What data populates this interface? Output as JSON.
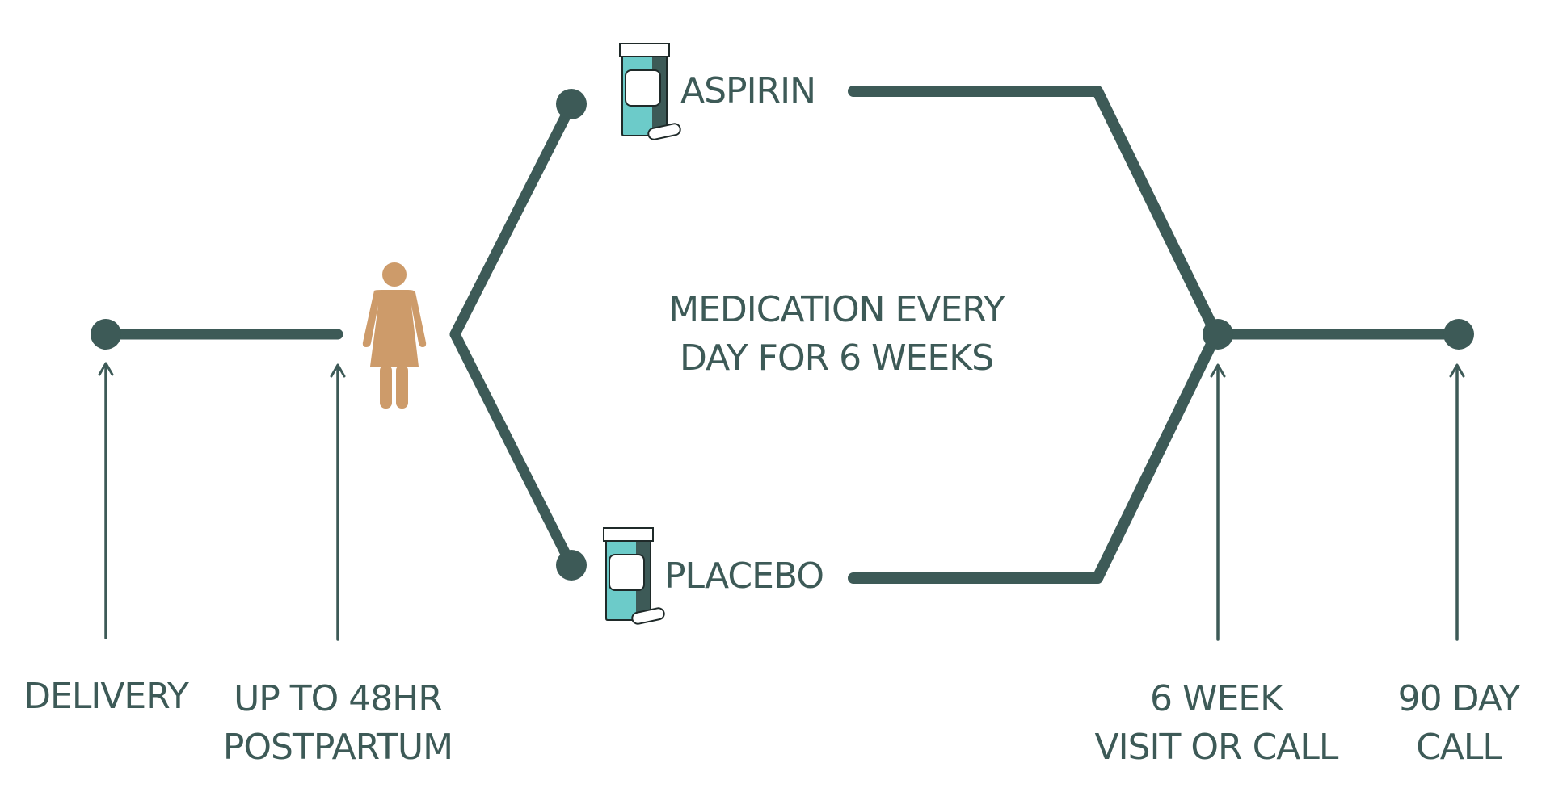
{
  "colors": {
    "line": "#3d5a57",
    "person": "#cd9b6a",
    "bottle_teal": "#6ccbc9",
    "bottle_dark": "#3d5a57",
    "cap": "#ffffff"
  },
  "arms": {
    "top_label": "ASPIRIN",
    "bottom_label": "PLACEBO"
  },
  "center_text": {
    "line1": "MEDICATION EVERY",
    "line2": "DAY FOR 6 WEEKS"
  },
  "timeline": {
    "delivery": "DELIVERY",
    "postpartum_line1": "UP TO 48HR",
    "postpartum_line2": "POSTPARTUM",
    "week6_line1": "6 WEEK",
    "week6_line2": "VISIT OR CALL",
    "day90_line1": "90 DAY",
    "day90_line2": "CALL"
  },
  "icons": {
    "person": "woman-icon",
    "bottle": "pill-bottle-icon"
  }
}
